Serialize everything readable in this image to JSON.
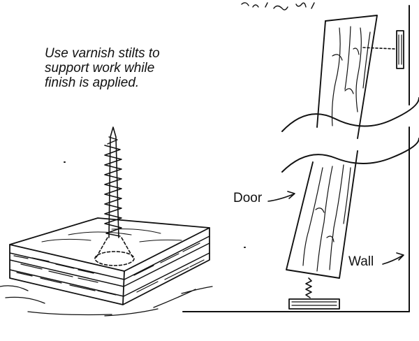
{
  "caption": "Use varnish stilts to\nsupport work while\nfinish is applied.",
  "labels": {
    "door": "Door",
    "wall": "Wall"
  },
  "colors": {
    "ink": "#111111",
    "paper": "#ffffff"
  }
}
